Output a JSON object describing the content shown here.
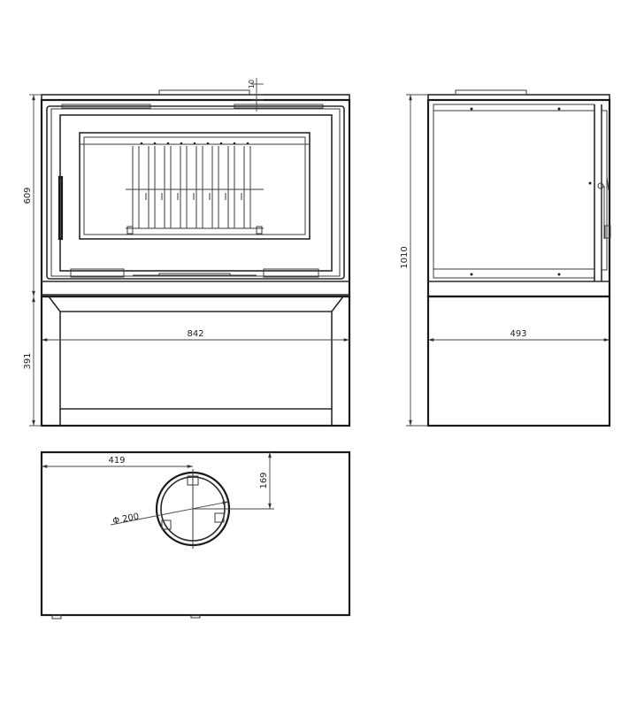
{
  "dimensions": {
    "front_upper_height": "609",
    "front_base_height": "391",
    "front_width": "842",
    "top_gap": "10",
    "side_total_height": "1010",
    "side_depth": "493",
    "flue_offset_x": "419",
    "flue_offset_y": "169",
    "flue_diameter": "Φ 200"
  },
  "views": {
    "front": "front-view",
    "side": "side-view",
    "top": "top-view"
  }
}
